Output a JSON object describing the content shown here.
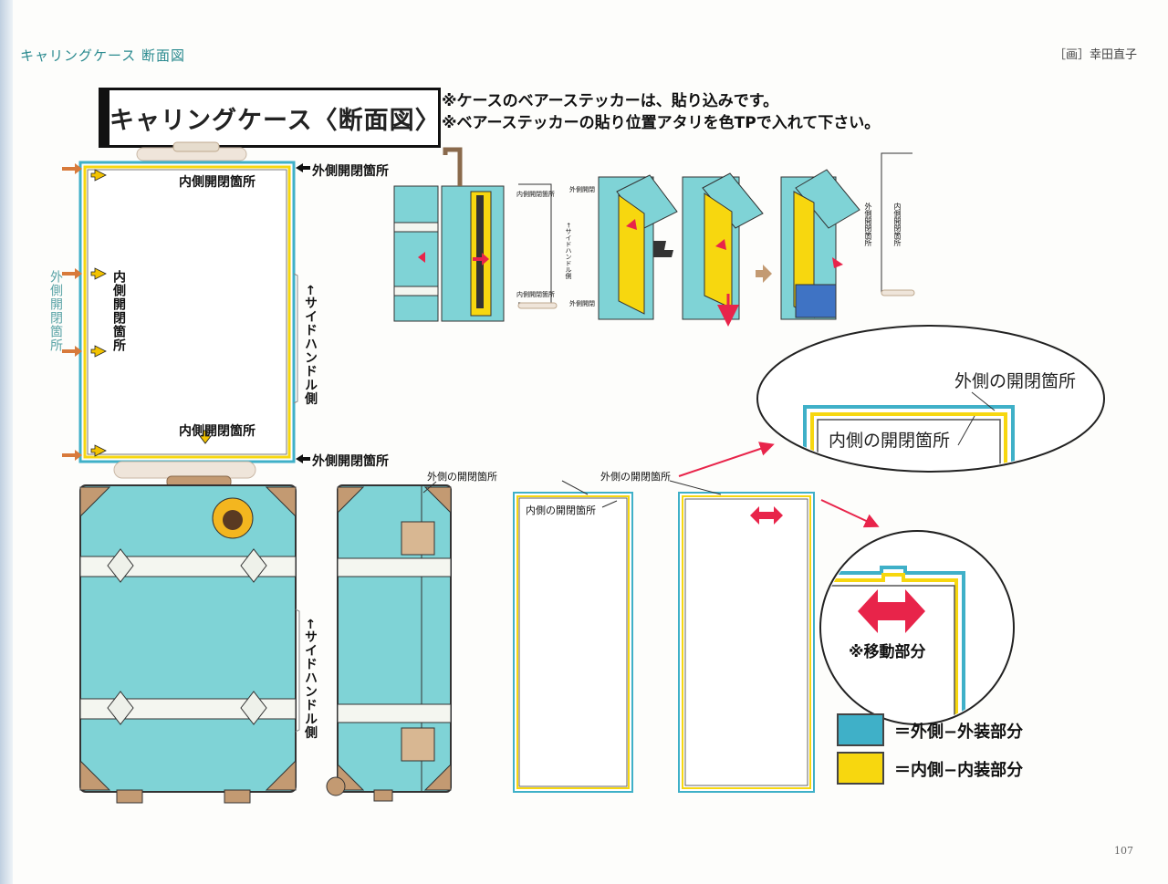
{
  "header": {
    "section_title": "キャリングケース 断面図",
    "credit": "［画］幸田直子",
    "page_number": "107"
  },
  "title_box": "キャリングケース〈断面図〉",
  "notes": [
    "※ケースのベアーステッカーは、貼り込みです。",
    "※ベアーステッカーの貼り位置アタリを色TPで入れて下さい。"
  ],
  "section_diagram": {
    "inner_open_top": "内側開閉箇所",
    "inner_open_bottom": "内側開閉箇所",
    "outer_open_top": "外側開閉箇所",
    "outer_open_bottom": "外側開閉箇所",
    "outer_open_left": "外側開閉箇所",
    "inner_open_left": "内側開閉箇所",
    "side_handle": "←サイドハンドル側"
  },
  "front_view": {
    "side_handle": "←サイドハンドル側"
  },
  "sequence_labels": {
    "a_inner": "内側開閉箇所",
    "a_outer_top": "外側開閉",
    "a_side": "←サイドハンドル側",
    "a_inner_bottom": "内側開閉箇所",
    "a_outer_bottom": "外側開閉",
    "b_outer": "外側開閉箇所",
    "b_inner": "内側開閉箇所"
  },
  "panels": {
    "outer_label_1": "外側の開閉箇所",
    "inner_label_1": "内側の開閉箇所",
    "outer_label_2": "外側の開閉箇所"
  },
  "zoom_upper": {
    "outer": "外側の開閉箇所",
    "inner": "内側の開閉箇所"
  },
  "zoom_lower": {
    "moving": "※移動部分"
  },
  "legend": [
    {
      "label": "＝外側−外装部分",
      "color": "#3fb0c8"
    },
    {
      "label": "＝内側−内装部分",
      "color": "#f7d70f"
    }
  ],
  "colors": {
    "case_blue": "#7fd3d6",
    "case_trim": "#c39a72",
    "outer_line": "#3fb0c8",
    "inner_line": "#f7d70f",
    "arrow_red": "#e8244a",
    "teal_text": "#2a8a8f"
  }
}
